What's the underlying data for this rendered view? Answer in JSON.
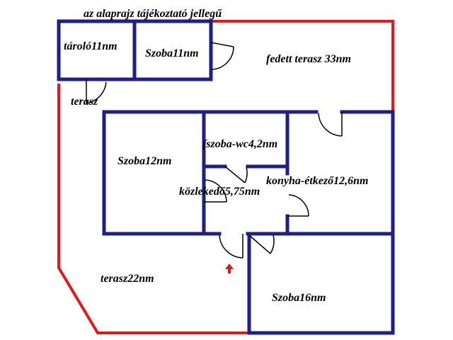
{
  "plan": {
    "note": "az alaprajz tájékoztató jellegű",
    "rooms": [
      {
        "id": "tarolo",
        "label": "tároló11nm"
      },
      {
        "id": "szoba11",
        "label": "Szoba11nm"
      },
      {
        "id": "fedett-terasz",
        "label": "fedett terasz 33nm"
      },
      {
        "id": "terasz-small",
        "label": "terasz"
      },
      {
        "id": "szoba12",
        "label": "Szoba12nm"
      },
      {
        "id": "fszoba-wc",
        "label": "fszoba-wc4,2nm"
      },
      {
        "id": "konyha",
        "label": "konyha-étkező12,6nm"
      },
      {
        "id": "kozlekedo",
        "label": "közlekedő5,75nm"
      },
      {
        "id": "terasz22",
        "label": "terasz22nm"
      },
      {
        "id": "szoba16",
        "label": "Szoba16nm"
      }
    ],
    "colors": {
      "walls": "#1f1f8c",
      "outline": "#e01a1a",
      "entrance_arrow": "#e01a1a"
    },
    "entrance_icon": "entrance-arrow-icon"
  }
}
